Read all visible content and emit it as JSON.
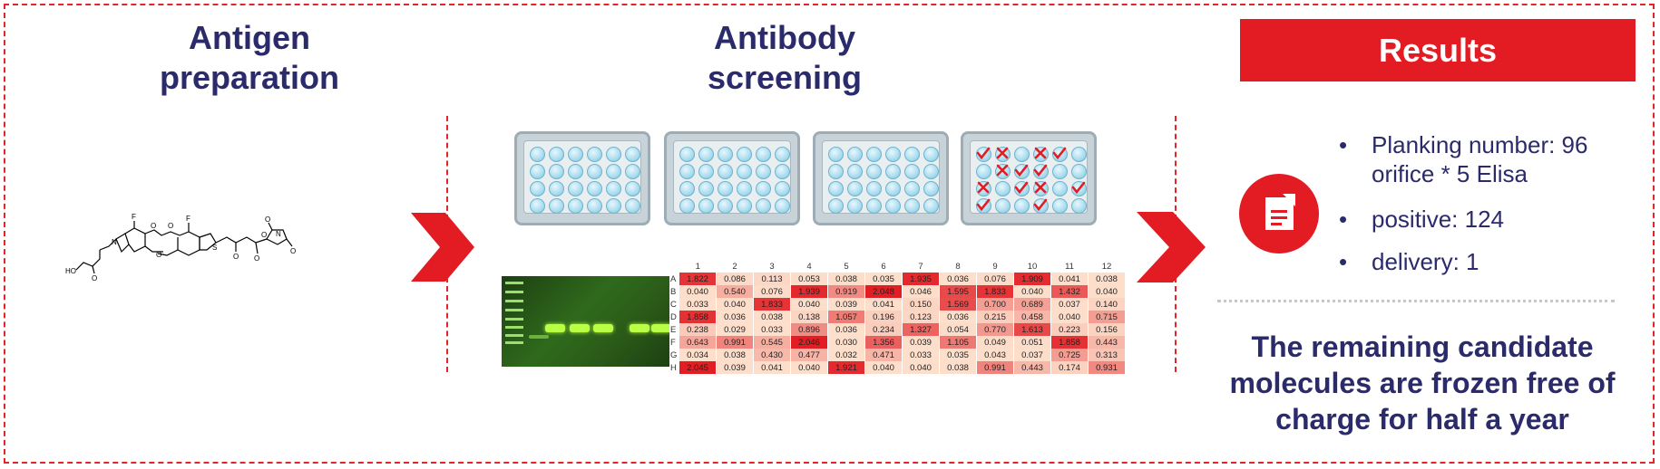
{
  "sections": {
    "antigen_title": "Antigen\npreparation",
    "antibody_title": "Antibody\nscreening"
  },
  "molecule": {
    "labels": [
      "HO",
      "O",
      "N",
      "F",
      "O",
      "O",
      "F",
      "S",
      "O",
      "O",
      "O",
      "O",
      "N",
      "O",
      "O"
    ]
  },
  "heatmap": {
    "columns": [
      "1",
      "2",
      "3",
      "4",
      "5",
      "6",
      "7",
      "8",
      "9",
      "10",
      "11",
      "12"
    ],
    "rows": [
      {
        "label": "A",
        "values": [
          "1.822",
          "0.086",
          "0.113",
          "0.053",
          "0.038",
          "0.035",
          "1.935",
          "0.036",
          "0.076",
          "1.909",
          "0.041",
          "0.038"
        ]
      },
      {
        "label": "B",
        "values": [
          "0.040",
          "0.540",
          "0.076",
          "1.939",
          "0.919",
          "2.048",
          "0.046",
          "1.595",
          "1.833",
          "0.040",
          "1.432",
          "0.040"
        ]
      },
      {
        "label": "C",
        "values": [
          "0.033",
          "0.040",
          "1.833",
          "0.040",
          "0.039",
          "0.041",
          "0.150",
          "1.569",
          "0.700",
          "0.689",
          "0.037",
          "0.140"
        ]
      },
      {
        "label": "D",
        "values": [
          "1.858",
          "0.036",
          "0.038",
          "0.138",
          "1.057",
          "0.196",
          "0.123",
          "0.036",
          "0.215",
          "0.458",
          "0.040",
          "0.715"
        ]
      },
      {
        "label": "E",
        "values": [
          "0.238",
          "0.029",
          "0.033",
          "0.896",
          "0.036",
          "0.234",
          "1.327",
          "0.054",
          "0.770",
          "1.613",
          "0.223",
          "0.156"
        ]
      },
      {
        "label": "F",
        "values": [
          "0.643",
          "0.991",
          "0.545",
          "2.046",
          "0.030",
          "1.356",
          "0.039",
          "1.105",
          "0.049",
          "0.051",
          "1.858",
          "0.443"
        ]
      },
      {
        "label": "G",
        "values": [
          "0.034",
          "0.038",
          "0.430",
          "0.477",
          "0.032",
          "0.471",
          "0.033",
          "0.035",
          "0.043",
          "0.037",
          "0.725",
          "0.313"
        ]
      },
      {
        "label": "H",
        "values": [
          "2.045",
          "0.039",
          "0.041",
          "0.040",
          "1.921",
          "0.040",
          "0.040",
          "0.038",
          "0.991",
          "0.443",
          "0.174",
          "0.931"
        ]
      }
    ]
  },
  "results": {
    "banner": "Results",
    "bullets": [
      {
        "dot": "•",
        "line1": "Planking number: 96",
        "line2": "orifice * 5 Elisa"
      },
      {
        "dot": "•",
        "line1": "positive: 124",
        "line2": ""
      },
      {
        "dot": "•",
        "line1": "delivery: 1",
        "line2": ""
      }
    ],
    "note": "The remaining candidate molecules are frozen free of charge for half a year"
  },
  "colors": {
    "accent_red": "#e31b23",
    "title_navy": "#2b2a6b",
    "dash_red": "#e0252b"
  },
  "icons": [
    "chevron-right-icon",
    "document-icon",
    "checkmark-icon",
    "cross-icon"
  ]
}
